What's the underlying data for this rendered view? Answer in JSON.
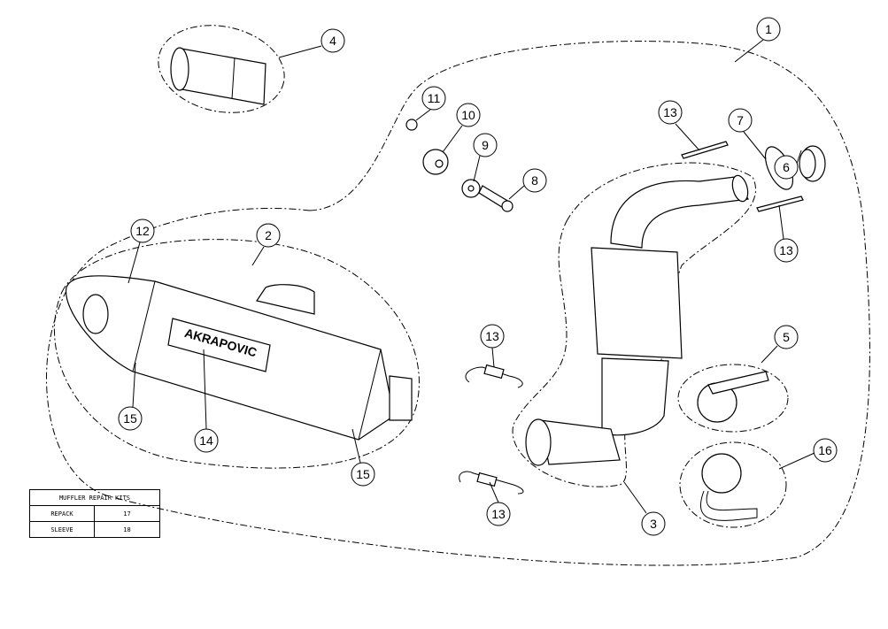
{
  "diagram": {
    "brand_logo": "AKRAPOVIC",
    "callouts": [
      "1",
      "2",
      "3",
      "4",
      "5",
      "6",
      "7",
      "8",
      "9",
      "10",
      "11",
      "12",
      "13",
      "13",
      "13",
      "13",
      "14",
      "15",
      "15",
      "16"
    ]
  },
  "repair_table": {
    "title": "MUFFLER REPAIR KITS",
    "rows": [
      {
        "name": "REPACK",
        "number": "17"
      },
      {
        "name": "SLEEVE",
        "number": "18"
      }
    ]
  }
}
